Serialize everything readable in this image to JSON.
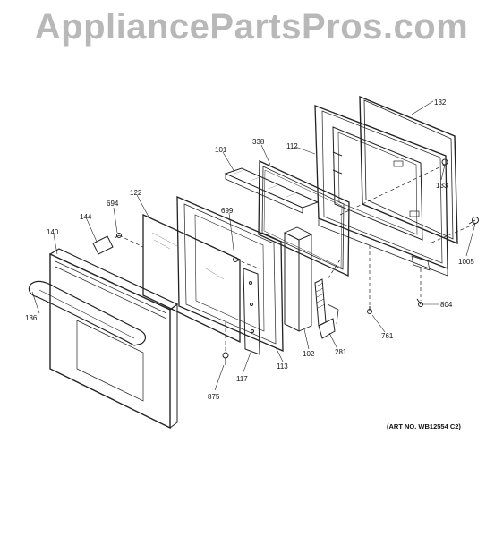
{
  "watermark": "AppliancePartsPros.com",
  "art_number": "(ART NO. WB12554 C2)",
  "parts": [
    {
      "key": "p132",
      "label": "132"
    },
    {
      "key": "p338",
      "label": "338"
    },
    {
      "key": "p112",
      "label": "112"
    },
    {
      "key": "p101",
      "label": "101"
    },
    {
      "key": "p133",
      "label": "133"
    },
    {
      "key": "p694",
      "label": "694"
    },
    {
      "key": "p122",
      "label": "122"
    },
    {
      "key": "p699",
      "label": "699"
    },
    {
      "key": "p144",
      "label": "144"
    },
    {
      "key": "p140",
      "label": "140"
    },
    {
      "key": "p1005",
      "label": "1005"
    },
    {
      "key": "p804",
      "label": "804"
    },
    {
      "key": "p136",
      "label": "136"
    },
    {
      "key": "p761",
      "label": "761"
    },
    {
      "key": "p102",
      "label": "102"
    },
    {
      "key": "p281",
      "label": "281"
    },
    {
      "key": "p113",
      "label": "113"
    },
    {
      "key": "p875",
      "label": "875"
    },
    {
      "key": "p117",
      "label": "117"
    }
  ]
}
